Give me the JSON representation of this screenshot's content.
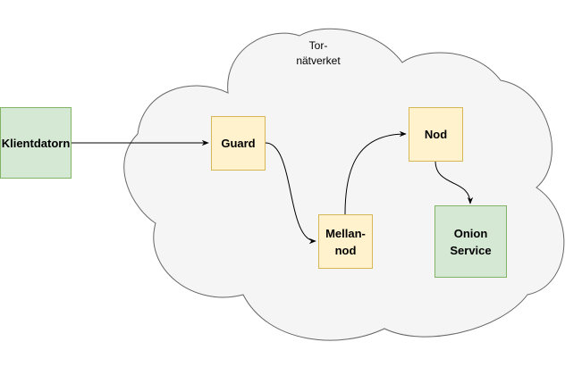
{
  "network": {
    "label_line1": "Tor-",
    "label_line2": "nätverket"
  },
  "nodes": {
    "client": "Klientdatorn",
    "guard": "Guard",
    "middle_line1": "Mellan-",
    "middle_line2": "nod",
    "exit": "Nod",
    "onion_line1": "Onion",
    "onion_line2": "Service"
  },
  "colors": {
    "cloud_fill": "#f5f5f5",
    "cloud_stroke": "#666666",
    "green_fill": "#d5e8d4",
    "green_stroke": "#82b366",
    "yellow_fill": "#fff2cc",
    "yellow_stroke": "#d6b656"
  }
}
